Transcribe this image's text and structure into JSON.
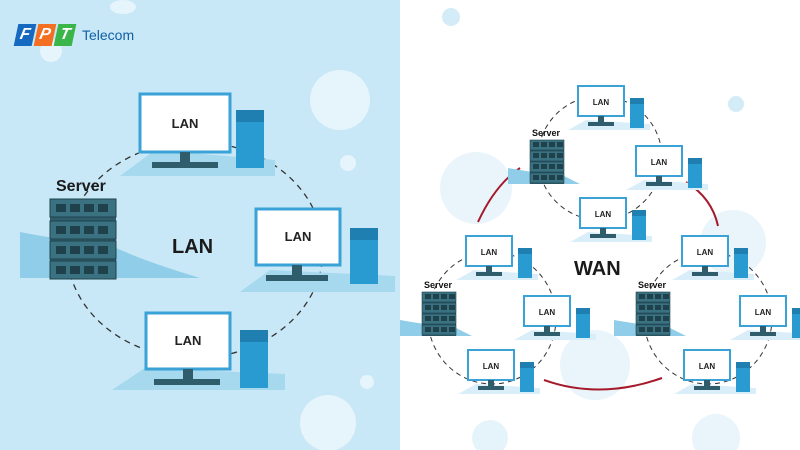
{
  "brand": {
    "letters": [
      "F",
      "P",
      "T"
    ],
    "letter_colors": [
      "#1669c0",
      "#f36f21",
      "#3ab54a"
    ],
    "name": "Telecom",
    "text_color": "#0f5fa6"
  },
  "left_diagram": {
    "server_label": "Server",
    "center_label": "LAN",
    "computer_labels": [
      "LAN",
      "LAN",
      "LAN"
    ]
  },
  "right_diagram": {
    "center_label": "WAN",
    "server_labels": [
      "Server",
      "Server",
      "Server"
    ],
    "computer_labels": [
      "LAN",
      "LAN",
      "LAN",
      "LAN",
      "LAN",
      "LAN",
      "LAN",
      "LAN",
      "LAN"
    ]
  },
  "colors": {
    "left_bg": "#c8e8f7",
    "screen_border": "#3aa2d6",
    "tower": "#2a9bd1",
    "server_dark": "#2f5d6b",
    "wan_link": "#a5192b",
    "dashed": "#333333"
  }
}
